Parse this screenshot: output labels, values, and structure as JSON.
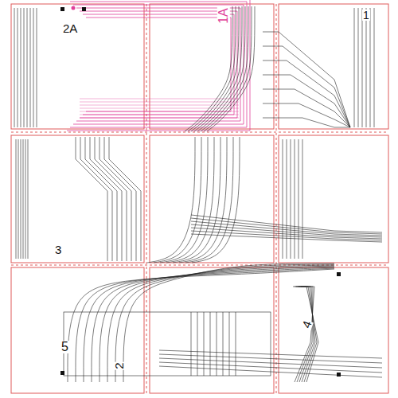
{
  "diagram": {
    "labels": [
      "2A",
      "1A",
      "1",
      "3",
      "5",
      "2",
      "4"
    ]
  }
}
